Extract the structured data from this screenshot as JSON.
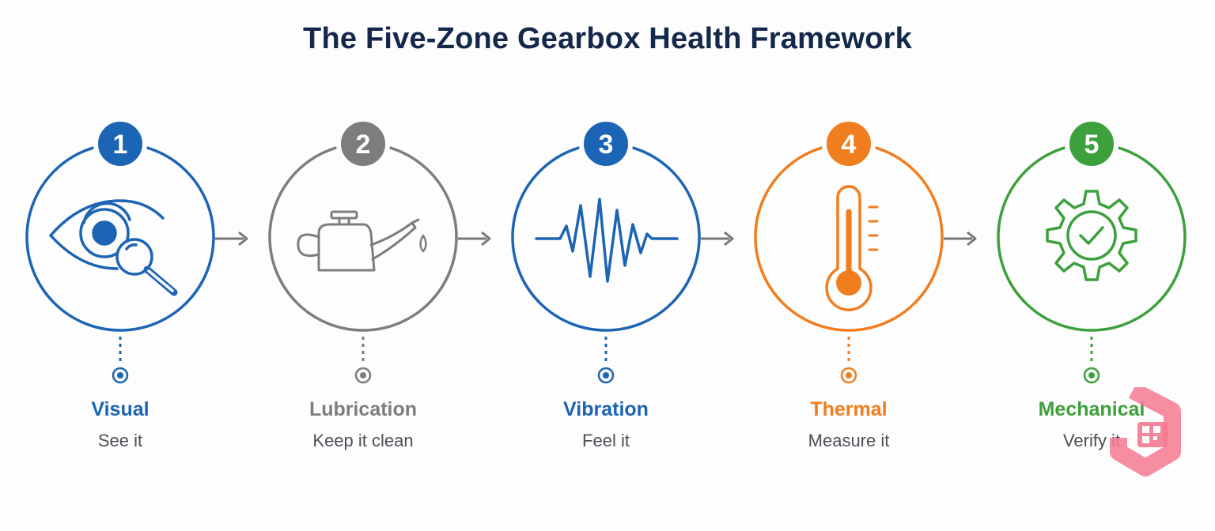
{
  "title": "The Five-Zone Gearbox Health Framework",
  "zones": [
    {
      "number": "1",
      "name": "Visual",
      "subtitle": "See it",
      "color": "#1c64b4",
      "icon": "eye-magnifier-icon"
    },
    {
      "number": "2",
      "name": "Lubrication",
      "subtitle": "Keep it clean",
      "color": "#7d7d7d",
      "icon": "oil-can-icon"
    },
    {
      "number": "3",
      "name": "Vibration",
      "subtitle": "Feel it",
      "color": "#1c64b4",
      "icon": "vibration-wave-icon"
    },
    {
      "number": "4",
      "name": "Thermal",
      "subtitle": "Measure it",
      "color": "#f07d1e",
      "icon": "thermometer-icon"
    },
    {
      "number": "5",
      "name": "Mechanical",
      "subtitle": "Verify it",
      "color": "#3ca03c",
      "icon": "gear-check-icon"
    }
  ]
}
